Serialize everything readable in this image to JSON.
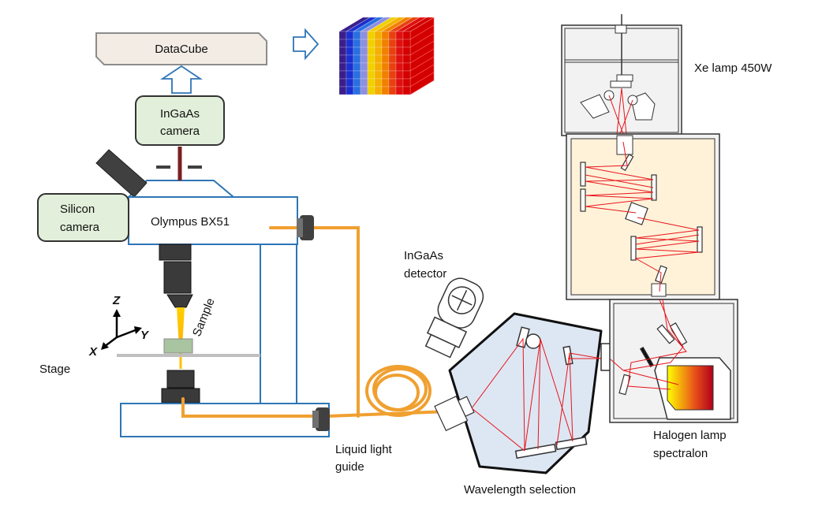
{
  "labels": {
    "datacube": "DataCube",
    "ingaas_camera_line1": "InGaAs",
    "ingaas_camera_line2": "camera",
    "silicon_camera_line1": "Silicon",
    "silicon_camera_line2": "camera",
    "microscope": "Olympus BX51",
    "sample": "Sample",
    "stage": "Stage",
    "axis_z": "Z",
    "axis_y": "Y",
    "axis_x": "X",
    "ingaas_detector_line1": "InGaAs",
    "ingaas_detector_line2": "detector",
    "liquid_light_guide_line1": "Liquid light",
    "liquid_light_guide_line2": "guide",
    "wavelength_selection": "Wavelength selection",
    "xe_lamp": "Xe lamp 450W",
    "halogen_lamp_line1": "Halogen lamp",
    "halogen_lamp_line2": "spectralon"
  },
  "colors": {
    "microscope_outline": "#2e75b6",
    "camera_box_fill": "#e2efda",
    "datacube_fill": "#f2ece4",
    "light_guide": "#f0a030",
    "beam": "#e8141c",
    "monochromator_fill": "#dde7f3",
    "xe_box_fill": "#f2f2f2",
    "mid_box_fill": "#fff2d9",
    "halogen_gradient_start": "#ffff00",
    "halogen_gradient_end": "#c00000"
  },
  "icons": {
    "axes": "xyz-axes-icon",
    "cube": "hyperspectral-cube-icon",
    "arrow_right": "hollow-arrow-right-icon",
    "arrow_up": "hollow-arrow-up-icon"
  }
}
